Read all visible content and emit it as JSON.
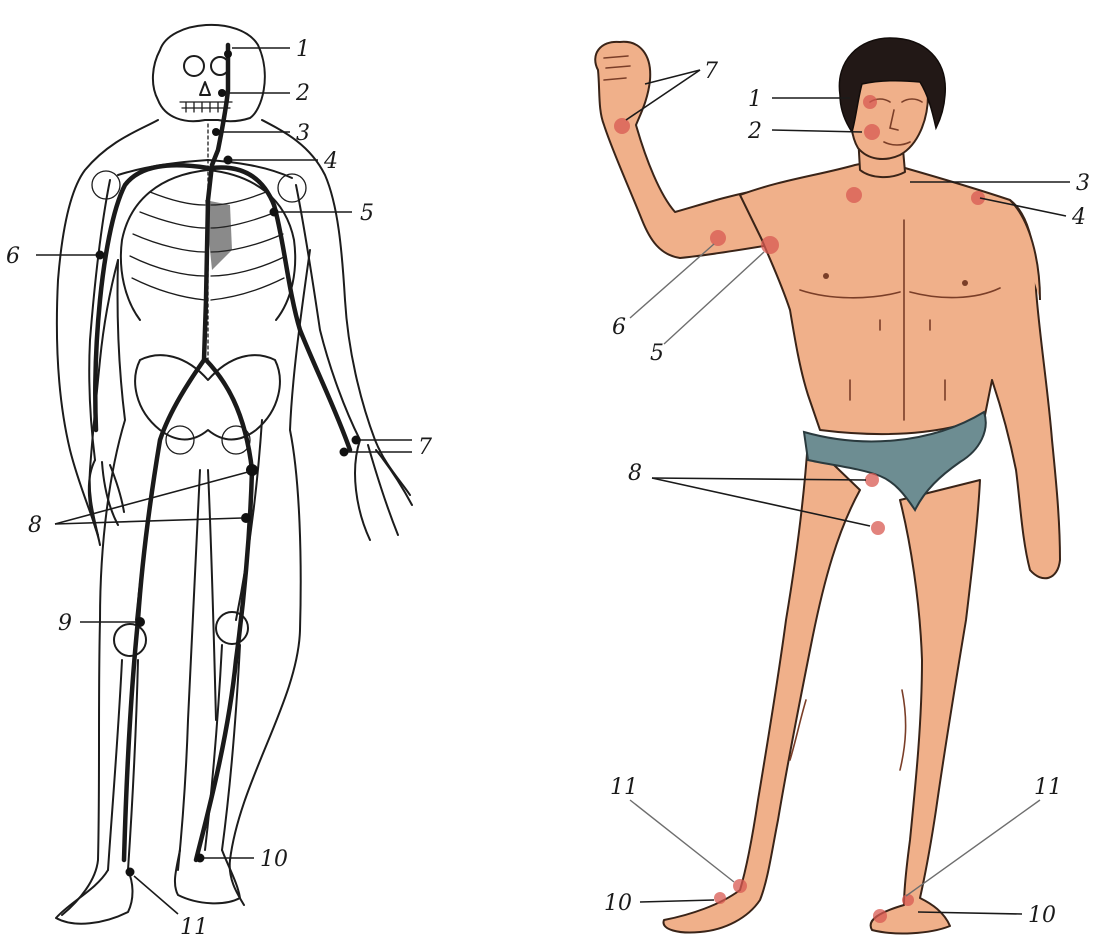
{
  "left_figure": {
    "labels": [
      {
        "id": "1",
        "text": "1"
      },
      {
        "id": "2",
        "text": "2"
      },
      {
        "id": "3",
        "text": "3"
      },
      {
        "id": "4",
        "text": "4"
      },
      {
        "id": "5",
        "text": "5"
      },
      {
        "id": "6",
        "text": "6"
      },
      {
        "id": "7",
        "text": "7"
      },
      {
        "id": "8",
        "text": "8"
      },
      {
        "id": "9",
        "text": "9"
      },
      {
        "id": "10",
        "text": "10"
      },
      {
        "id": "11",
        "text": "11"
      }
    ]
  },
  "right_figure": {
    "labels": [
      {
        "id": "1",
        "text": "1"
      },
      {
        "id": "2",
        "text": "2"
      },
      {
        "id": "3",
        "text": "3"
      },
      {
        "id": "4",
        "text": "4"
      },
      {
        "id": "5",
        "text": "5"
      },
      {
        "id": "6",
        "text": "6"
      },
      {
        "id": "7",
        "text": "7"
      },
      {
        "id": "8",
        "text": "8"
      },
      {
        "id": "10_left",
        "text": "10"
      },
      {
        "id": "10_right",
        "text": "10"
      },
      {
        "id": "11_left",
        "text": "11"
      },
      {
        "id": "11_right",
        "text": "11"
      }
    ]
  },
  "colors": {
    "skin": "#f0b08a",
    "pulse_points": "#d85a52",
    "briefs": "#6d8d92",
    "hair": "#221816",
    "ink": "#1c1c1c"
  }
}
